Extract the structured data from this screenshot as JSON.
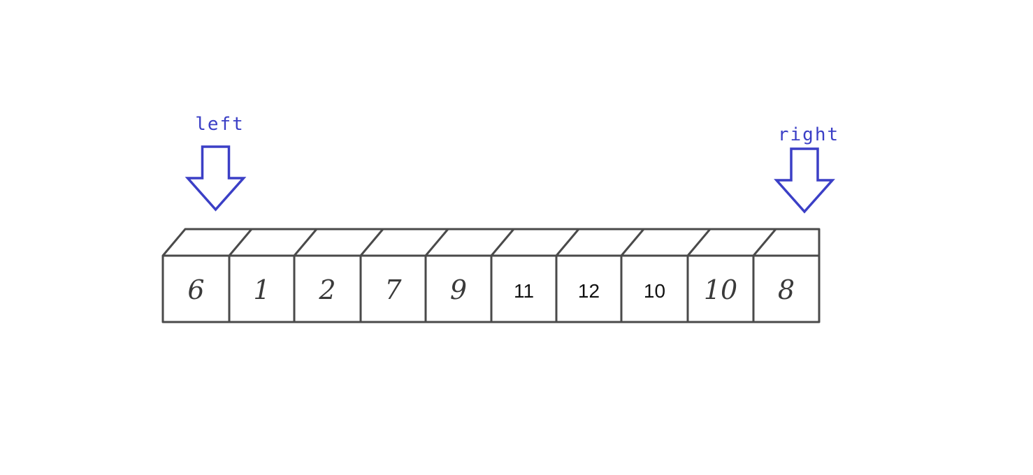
{
  "array": {
    "cells": [
      {
        "value": "6",
        "style": "handwritten"
      },
      {
        "value": "1",
        "style": "handwritten"
      },
      {
        "value": "2",
        "style": "handwritten"
      },
      {
        "value": "7",
        "style": "handwritten"
      },
      {
        "value": "9",
        "style": "handwritten"
      },
      {
        "value": "11",
        "style": "printed"
      },
      {
        "value": "12",
        "style": "printed"
      },
      {
        "value": "10",
        "style": "printed"
      },
      {
        "value": "10",
        "style": "handwritten"
      },
      {
        "value": "8",
        "style": "handwritten"
      }
    ]
  },
  "pointers": [
    {
      "label": "left",
      "cell_index": 0
    },
    {
      "label": "right",
      "cell_index": 9
    }
  ],
  "colors": {
    "pointer": "#3b3fc6",
    "box_stroke": "#4a4a4a"
  }
}
